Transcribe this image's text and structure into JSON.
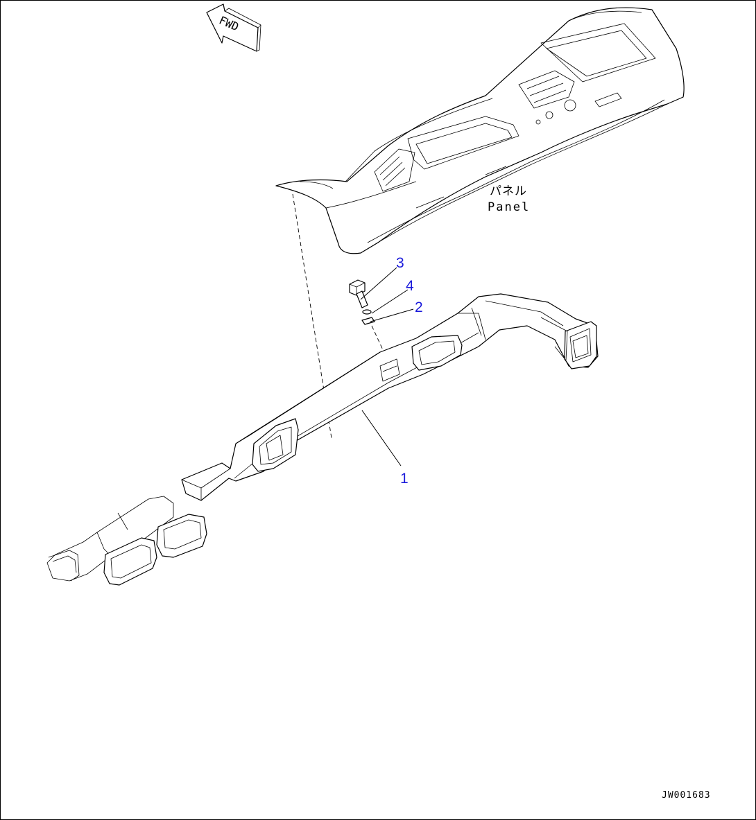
{
  "direction_arrow": {
    "text": "FWD"
  },
  "panel_label": {
    "jp": "パネル",
    "en": "Panel"
  },
  "callouts": [
    {
      "id": "callout-1",
      "number": "1"
    },
    {
      "id": "callout-2",
      "number": "2"
    },
    {
      "id": "callout-3",
      "number": "3"
    },
    {
      "id": "callout-4",
      "number": "4"
    }
  ],
  "drawing_code": "JW001683",
  "colors": {
    "callout": "#1a1adb",
    "line": "#000000",
    "background": "#ffffff"
  }
}
